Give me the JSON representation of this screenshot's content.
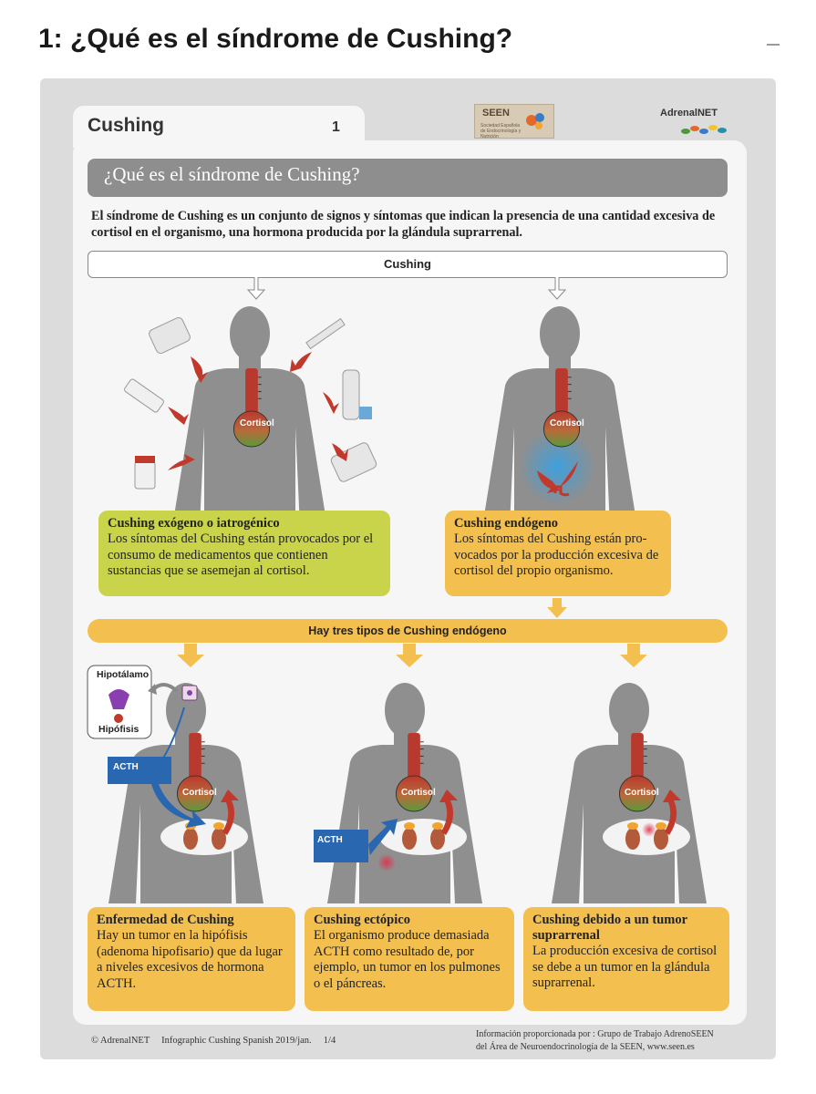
{
  "page": {
    "heading": "1: ¿Qué es el síndrome de Cushing?"
  },
  "header": {
    "tab_title": "Cushing",
    "tab_number": "1",
    "seen_logo": "SEEN",
    "seen_sub": "Sociedad Española de Endocrinología y Nutrición",
    "adrenal_logo": "AdrenalNET"
  },
  "section": {
    "title": "¿Qué es el síndrome de Cushing?"
  },
  "intro": "El síndrome de Cushing es un conjunto de signos y síntomas que indican la presencia de una cantidad excesiva de cortisol en el organismo, una hormona producida por la glándula suprarrenal.",
  "cushing_box": "Cushing",
  "cortisol_label": "Cortisol",
  "exogenous": {
    "title": "Cushing exógeno o iatrogénico",
    "text": "Los síntomas del Cushing están provocados por el consumo de medicamentos que contienen sustancias que se asemejan al cortisol."
  },
  "endogenous": {
    "title": "Cushing endógeno",
    "text": "Los síntomas del Cushing están pro-vocados por la producción excesiva de cortisol del propio organismo."
  },
  "types_bar": "Hay tres tipos de Cushing endógeno",
  "hypothalamus_label": "Hipotálamo",
  "pituitary_label": "Hipófisis",
  "acth_label": "ACTH",
  "type_boxes": [
    {
      "title": "Enfermedad de Cushing",
      "text": "Hay un tumor en la hipófisis (adenoma hipofisario) que da lugar a niveles excesivos de hormona ACTH."
    },
    {
      "title": "Cushing ectópico",
      "text": "El organismo produce demasiada ACTH como resultado de, por ejemplo, un tumor en los pulmones o el páncreas."
    },
    {
      "title": "Cushing debido a un tumor suprarrenal",
      "text": "La producción excesiva de cortisol se debe a un tumor en la glándula suprarrenal."
    }
  ],
  "footer": {
    "left": "© AdrenalNET     Infographic Cushing Spanish 2019/jan.     1/4",
    "right_line1": "Información proporcionada por : Grupo de Trabajo AdrenoSEEN",
    "right_line2": "del Área de Neuroendocrinología de la SEEN, www.seen.es"
  },
  "colors": {
    "gray_body": "#8f8f8f",
    "green_box": "#c9d44a",
    "orange_box": "#f3c04f",
    "acth_blue": "#2a67b1",
    "arrow_red": "#c0392b"
  }
}
